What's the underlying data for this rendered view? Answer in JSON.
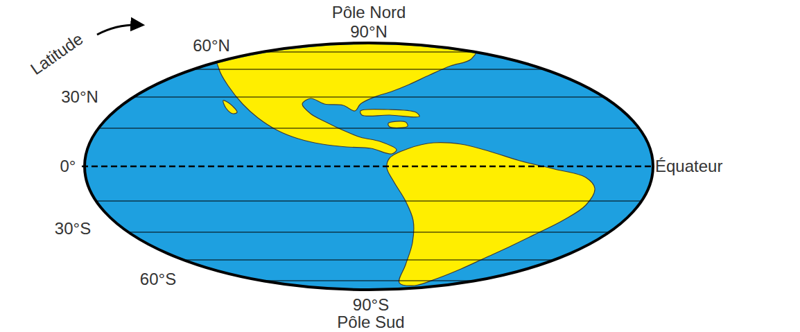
{
  "diagram": {
    "labels": [
      "Latitude",
      "Pôle Nord",
      "90°N",
      "60°N",
      "30°N",
      "0°",
      "Équateur",
      "30°S",
      "60°S",
      "90°S",
      "Pôle Sud"
    ]
  }
}
